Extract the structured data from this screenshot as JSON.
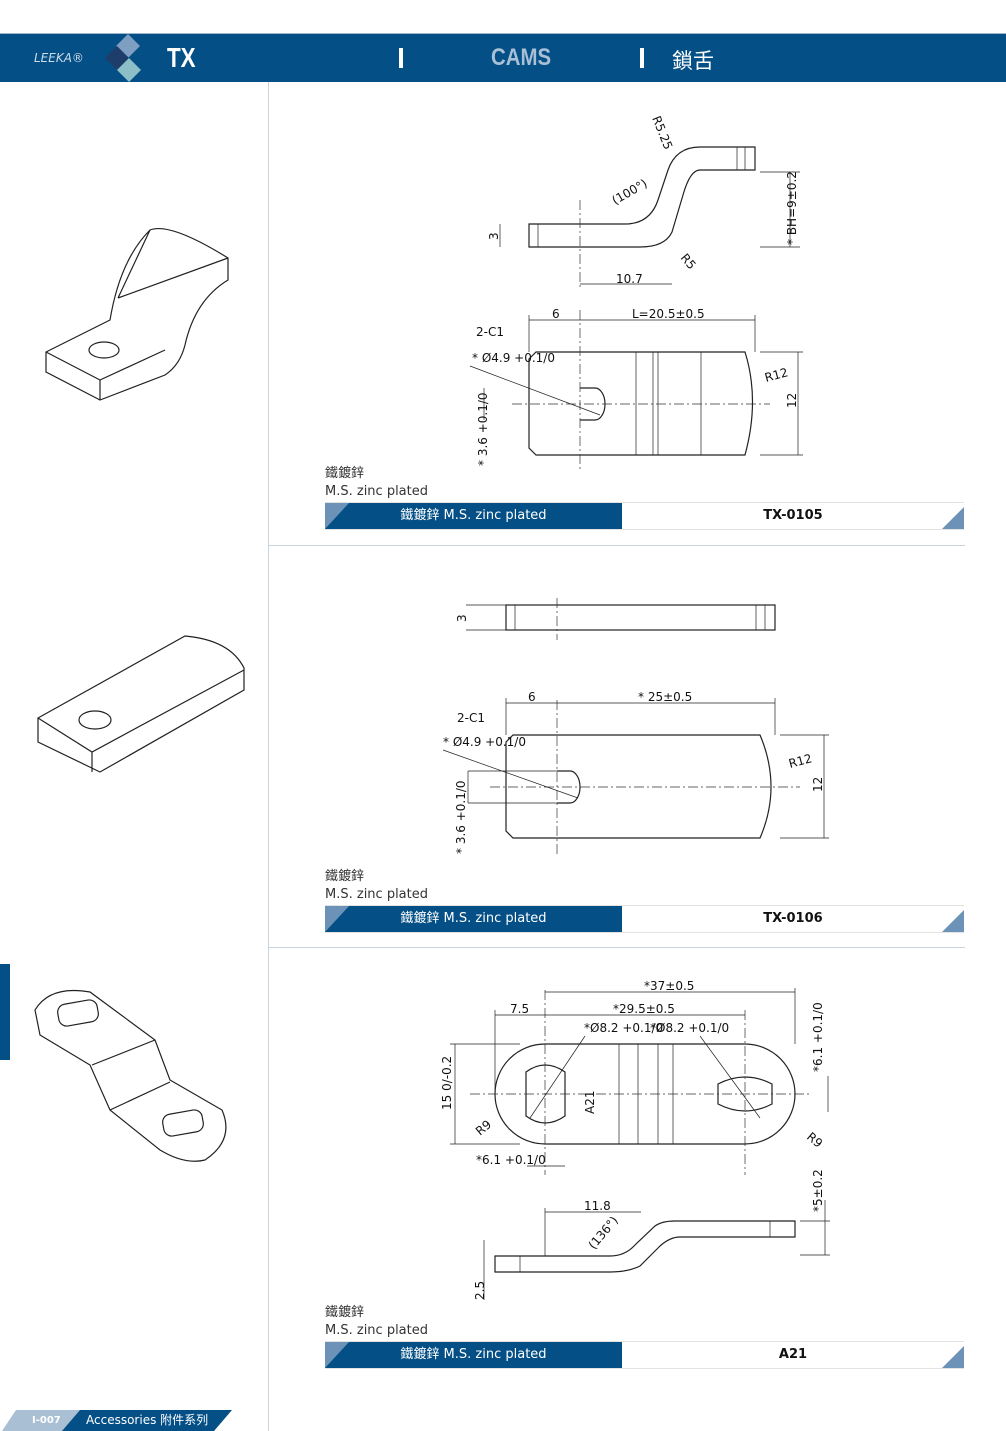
{
  "header": {
    "brand": "LEEKA®",
    "series": "TX",
    "category": "CAMS",
    "category_zh": "鎖舌"
  },
  "footer": {
    "page": "I-007",
    "section": "Accessories 附件系列"
  },
  "products": [
    {
      "material_zh": "鐵鍍鋅",
      "material_en": "M.S. zinc plated",
      "bar_label": "鐵鍍鋅 M.S. zinc plated",
      "code": "TX-0105",
      "dims": {
        "r525": "R5.25",
        "angle": "(100°)",
        "t": "3",
        "d107": "10.7",
        "r5": "R5",
        "bh": "* BH=9±0.2",
        "six": "6",
        "len": "L=20.5±0.5",
        "c1": "2-C1",
        "hole": "* Ø4.9 +0.1/0",
        "r12": "R12",
        "w": "12",
        "slot": "* 3.6 +0.1/0"
      }
    },
    {
      "material_zh": "鐵鍍鋅",
      "material_en": "M.S. zinc plated",
      "bar_label": "鐵鍍鋅 M.S. zinc plated",
      "code": "TX-0106",
      "dims": {
        "t": "3",
        "six": "6",
        "len": "* 25±0.5",
        "c1": "2-C1",
        "hole": "* Ø4.9 +0.1/0",
        "r12": "R12",
        "w": "12",
        "slot": "* 3.6 +0.1/0"
      }
    },
    {
      "material_zh": "鐵鍍鋅",
      "material_en": "M.S. zinc plated",
      "bar_label": "鐵鍍鋅 M.S. zinc plated",
      "code": "A21",
      "dims": {
        "total": "*37±0.5",
        "d75": "7.5",
        "ctc": "*29.5±0.5",
        "hole1": "*Ø8.2 +0.1/0",
        "hole2": "*Ø8.2 +0.1/0",
        "w": "15 0/-0.2",
        "r9a": "R9",
        "r9b": "R9",
        "mark": "A21",
        "slot1": "*6.1 +0.1/0",
        "slot2": "*6.1 +0.1/0",
        "h": "*5±0.2",
        "d118": "11.8",
        "angle": "(136°)",
        "t": "2.5"
      }
    }
  ]
}
